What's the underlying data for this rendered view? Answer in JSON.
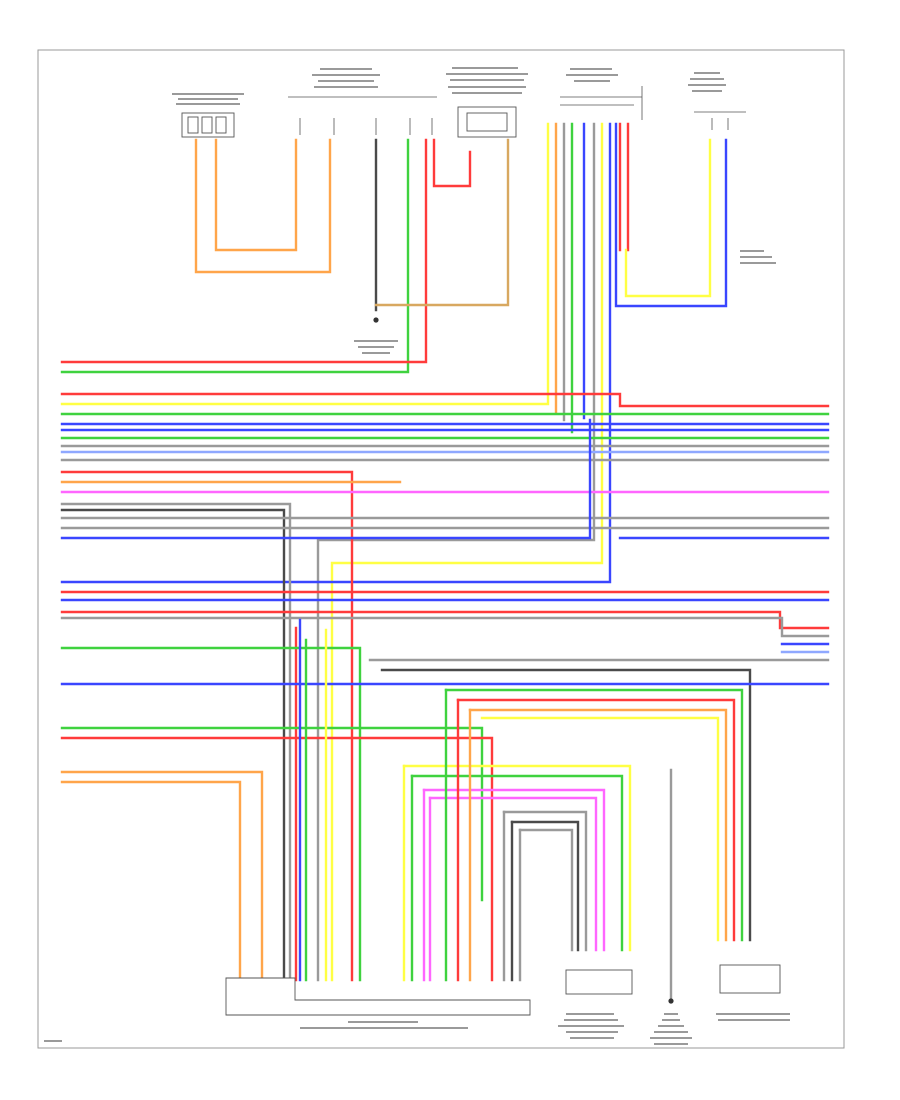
{
  "colors": {
    "red": "#ff3b3b",
    "green": "#3fd23f",
    "blue": "#3a46ff",
    "yellow": "#ffff44",
    "orange": "#ffa54a",
    "gray": "#9a9a9a",
    "black": "#4a4a4a",
    "pink": "#ff66ff",
    "lightblue": "#8fa8ff",
    "tan": "#d8a860"
  },
  "footer": "",
  "components": [
    {
      "name": "electric-switch-top-left-connector"
    },
    {
      "name": "upper-multi-pin-connector"
    },
    {
      "name": "switch-module-top-center"
    },
    {
      "name": "relay-connector-top-right"
    },
    {
      "name": "sensor-connector-far-right"
    },
    {
      "name": "ground-point-center"
    },
    {
      "name": "main-control-module"
    },
    {
      "name": "steering-switch-module"
    },
    {
      "name": "ground-point-lower"
    },
    {
      "name": "electric-switch-lower-right"
    }
  ]
}
